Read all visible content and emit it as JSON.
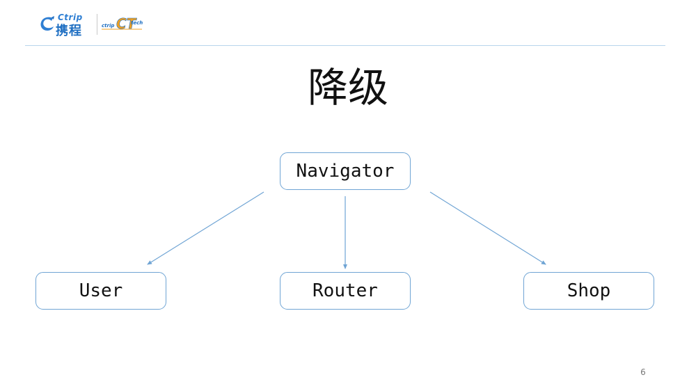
{
  "header": {
    "logo_ctrip_wordmark": "Ctrip",
    "logo_ctrip_cn": "携程",
    "logo_tech_text_1": "ctrip",
    "logo_tech_text_2": "tech",
    "brand_blue": "#1f6fc2",
    "brand_orange": "#f0a020"
  },
  "slide": {
    "title": "降级",
    "page_number": "6"
  },
  "diagram": {
    "nodes": [
      {
        "id": "navigator",
        "label": "Navigator"
      },
      {
        "id": "user",
        "label": "User"
      },
      {
        "id": "router",
        "label": "Router"
      },
      {
        "id": "shop",
        "label": "Shop"
      }
    ],
    "edges": [
      {
        "from": "navigator",
        "to": "user"
      },
      {
        "from": "navigator",
        "to": "router"
      },
      {
        "from": "navigator",
        "to": "shop"
      }
    ],
    "edge_color": "#6fa4d4"
  }
}
